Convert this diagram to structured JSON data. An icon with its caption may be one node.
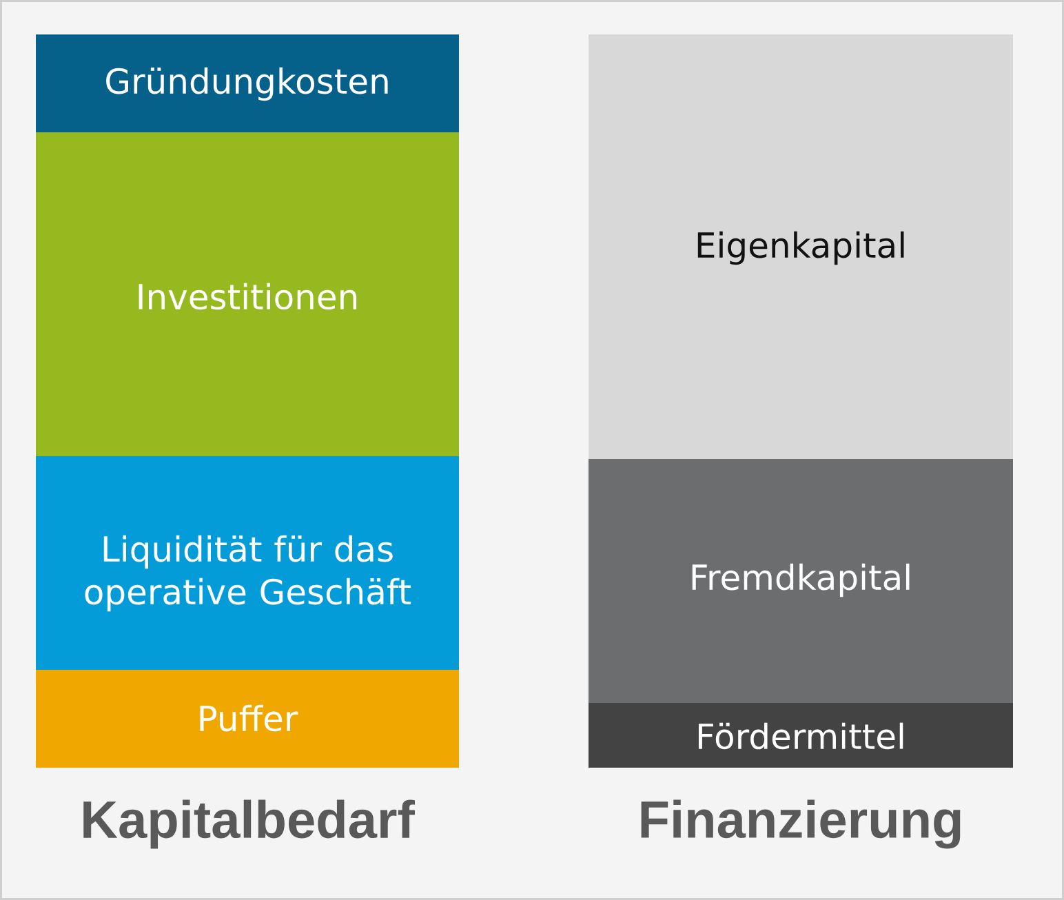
{
  "diagram": {
    "nodes": [
      {
        "text": [
          "Gründungkosten"
        ]
      },
      {
        "text": [
          "Investitionen"
        ]
      },
      {
        "text": [
          "Liquidität für das operative Geschäft"
        ]
      },
      {
        "text": [
          "Puffer"
        ]
      },
      {
        "text": [
          "Eigenkapital"
        ]
      },
      {
        "text": [
          "Fremdkapital"
        ]
      },
      {
        "text": [
          "Fördermittel"
        ]
      }
    ],
    "labels": [
      "Kapitalbedarf",
      "Finanzierung"
    ]
  }
}
